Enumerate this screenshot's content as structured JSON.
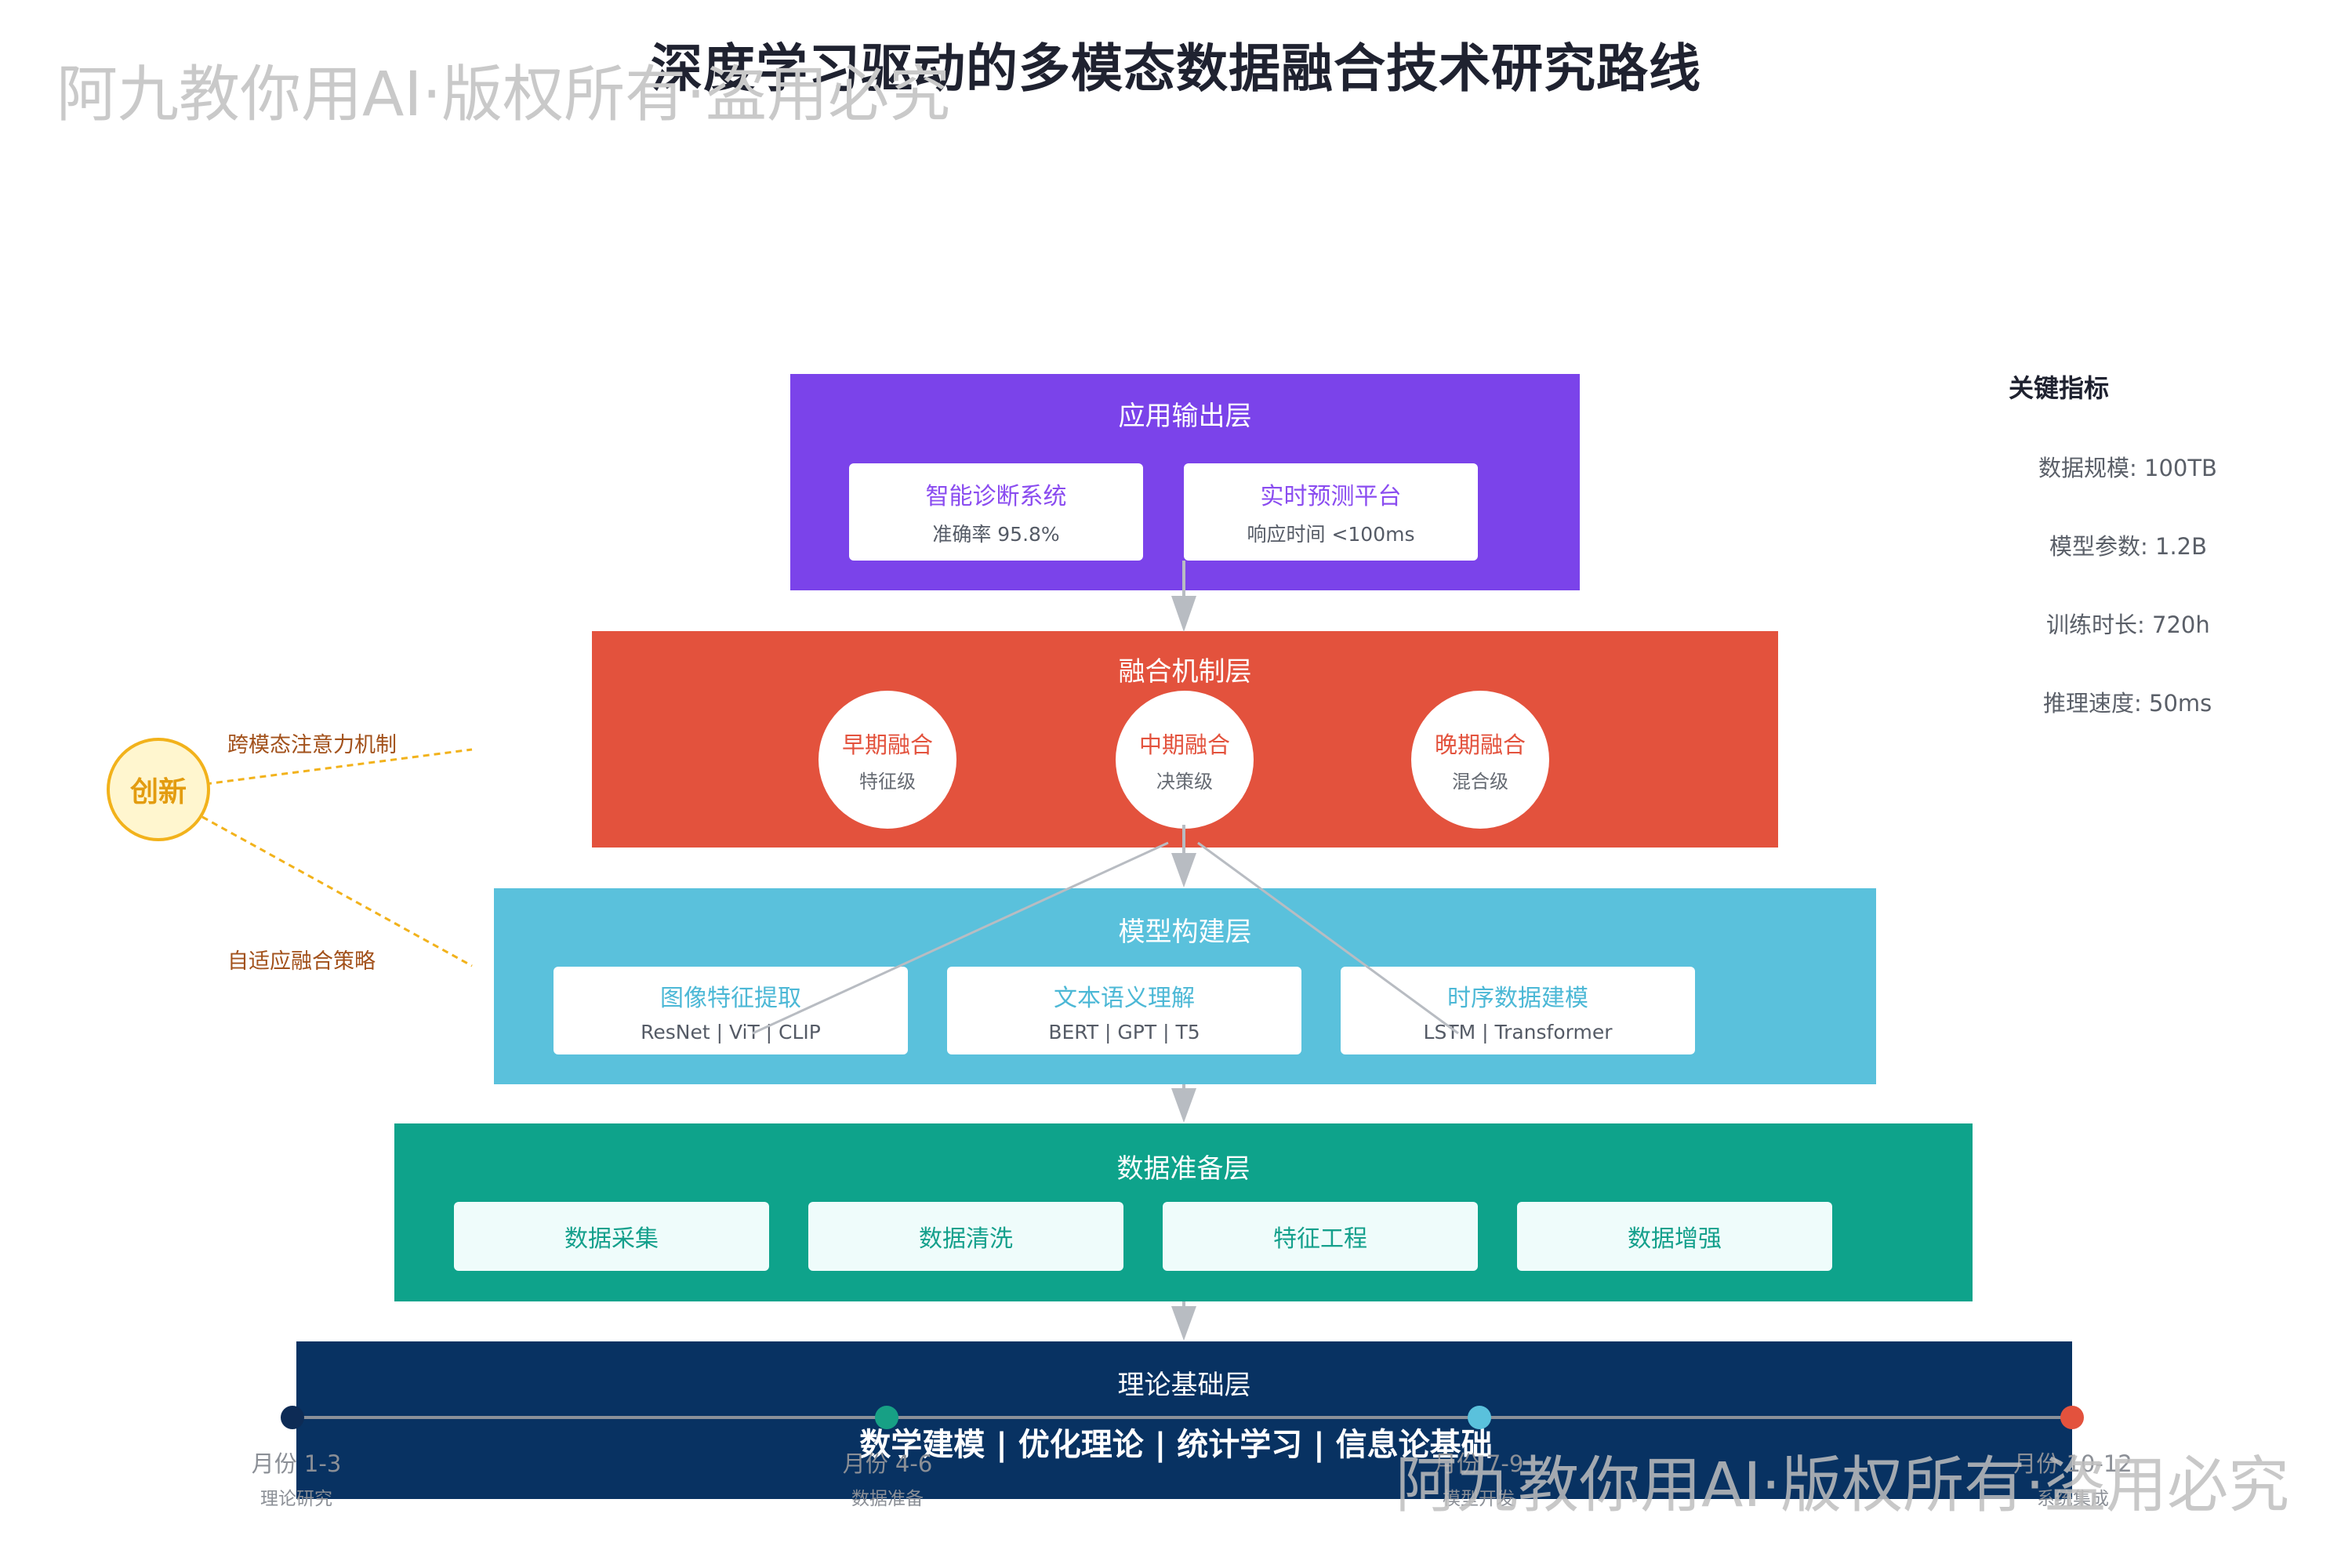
{
  "title": "深度学习驱动的多模态数据融合技术研究路线",
  "watermark": "阿九教你用AI·版权所有·盗用必究",
  "layers": {
    "app": {
      "title": "应用输出层",
      "cards": [
        {
          "name": "智能诊断系统",
          "detail": "准确率 95.8%"
        },
        {
          "name": "实时预测平台",
          "detail": "响应时间 <100ms"
        }
      ]
    },
    "fusion": {
      "title": "融合机制层",
      "circles": [
        {
          "name": "早期融合",
          "detail": "特征级"
        },
        {
          "name": "中期融合",
          "detail": "决策级"
        },
        {
          "name": "晚期融合",
          "detail": "混合级"
        }
      ]
    },
    "model": {
      "title": "模型构建层",
      "cards": [
        {
          "name": "图像特征提取",
          "detail": "ResNet | ViT | CLIP"
        },
        {
          "name": "文本语义理解",
          "detail": "BERT | GPT | T5"
        },
        {
          "name": "时序数据建模",
          "detail": "LSTM | Transformer"
        }
      ]
    },
    "data": {
      "title": "数据准备层",
      "cards": [
        "数据采集",
        "数据清洗",
        "特征工程",
        "数据增强"
      ]
    },
    "theory": {
      "title": "理论基础层",
      "items": "数学建模 | 优化理论 | 统计学习 | 信息论基础"
    }
  },
  "metrics": {
    "title": "关键指标",
    "items": [
      "数据规模: 100TB",
      "模型参数: 1.2B",
      "训练时长: 720h",
      "推理速度: 50ms"
    ]
  },
  "innovation": {
    "label": "创新",
    "notes": [
      "跨模态注意力机制",
      "自适应融合策略"
    ]
  },
  "timeline": [
    {
      "month": "月份 1-3",
      "phase": "理论研究",
      "color": "#0d2b55"
    },
    {
      "month": "月份 4-6",
      "phase": "数据准备",
      "color": "#17a085"
    },
    {
      "month": "月份 7-9",
      "phase": "模型开发",
      "color": "#5ac1dc"
    },
    {
      "month": "月份 10-12",
      "phase": "系统集成",
      "color": "#e3523d"
    }
  ],
  "colors": {
    "app": "#7b43ea",
    "fusion": "#e3523d",
    "model": "#5ac1dc",
    "data": "#0ea38b",
    "theory": "#083262",
    "innovation": "#f2b21b"
  }
}
